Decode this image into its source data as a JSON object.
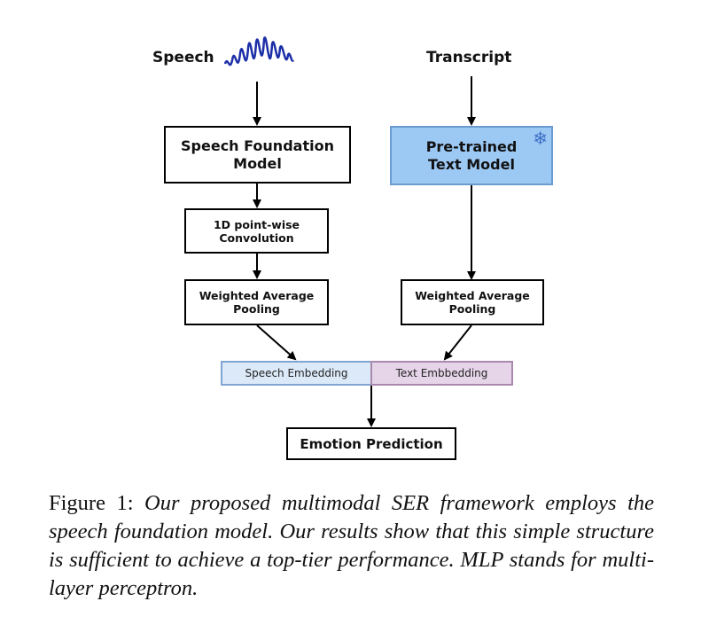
{
  "diagram": {
    "inputs": {
      "speech_label": "Speech",
      "transcript_label": "Transcript"
    },
    "speech_branch": {
      "foundation_model": [
        "Speech Foundation",
        "Model"
      ],
      "convolution": [
        "1D point-wise",
        "Convolution"
      ],
      "pooling": [
        "Weighted Average",
        "Pooling"
      ]
    },
    "text_branch": {
      "text_model": [
        "Pre-trained",
        "Text Model"
      ],
      "frozen_icon": "snowflake-icon",
      "pooling": [
        "Weighted Average",
        "Pooling"
      ]
    },
    "embeddings": {
      "speech": "Speech Embedding",
      "text": "Text Embbedding"
    },
    "output": "Emotion Prediction",
    "colors": {
      "text_model_fill": "#9cc8f4",
      "text_model_border": "#6a9cd0",
      "speech_embedding_fill": "#dce9f8",
      "speech_embedding_border": "#7fa6d3",
      "text_embedding_fill": "#e6d5e8",
      "text_embedding_border": "#a98aae",
      "waveform": "#1d2fa8",
      "snowflake": "#3d6fc4"
    }
  },
  "caption": {
    "prefix": "Figure 1:",
    "text": "Our proposed multimodal SER framework employs the speech foundation model. Our results show that this simple structure is sufficient to achieve a top-tier performance. MLP stands for multi-layer perceptron."
  }
}
